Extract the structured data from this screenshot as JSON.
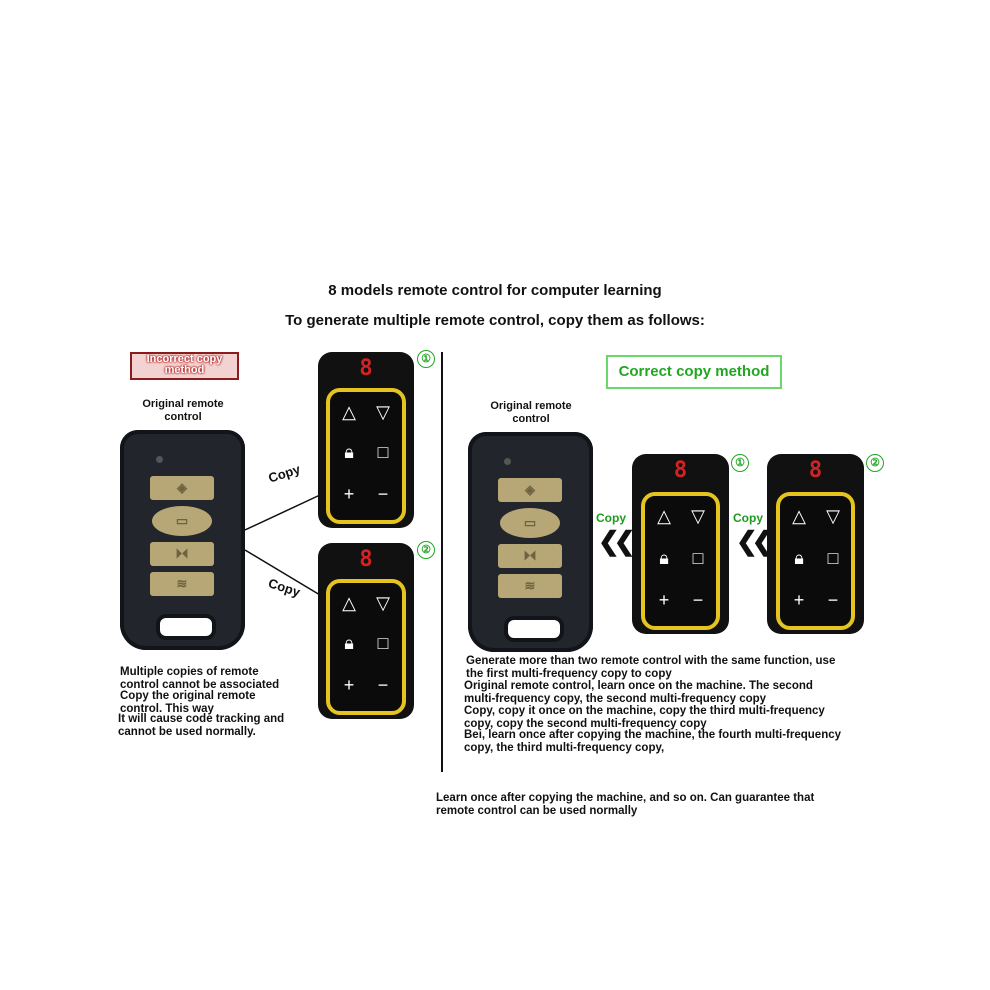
{
  "header": {
    "title": "8 models remote control for computer learning",
    "subtitle": "To generate multiple remote control, copy them as follows:"
  },
  "left": {
    "badge": "Incorrect copy method",
    "orig_label": "Original remote control",
    "copy_label_1": "Copy",
    "copy_label_2": "Copy",
    "num_1": "①",
    "num_2": "②",
    "caption_1": "Multiple copies of remote control cannot be associated",
    "caption_2": "Copy the original remote control. This way",
    "caption_3": "It will cause code tracking and cannot be used normally."
  },
  "right": {
    "badge": "Correct copy method",
    "orig_label": "Original remote control",
    "copy_label_1": "Copy",
    "copy_label_2": "Copy",
    "num_1": "①",
    "num_2": "②",
    "text_1": "Generate more than two remote control with the same function, use the first multi-frequency copy to copy",
    "text_2": "Original remote control, learn once on the machine. The second multi-frequency copy, the second multi-frequency copy",
    "text_3": "Copy, copy it once on the machine, copy the third multi-frequency copy, copy the second multi-frequency copy",
    "text_4": "Bei, learn once after copying the machine, the fourth multi-frequency copy, the third multi-frequency copy,",
    "footer": "Learn once after copying the machine, and so on. Can guarantee that remote control can be used normally"
  },
  "remote": {
    "digit": "8",
    "keys": [
      "△",
      "▽",
      "⛀",
      "□",
      "+",
      "−"
    ]
  },
  "colors": {
    "accent_yellow": "#e6c420",
    "green": "#22a722",
    "red": "#8a1c1c"
  }
}
